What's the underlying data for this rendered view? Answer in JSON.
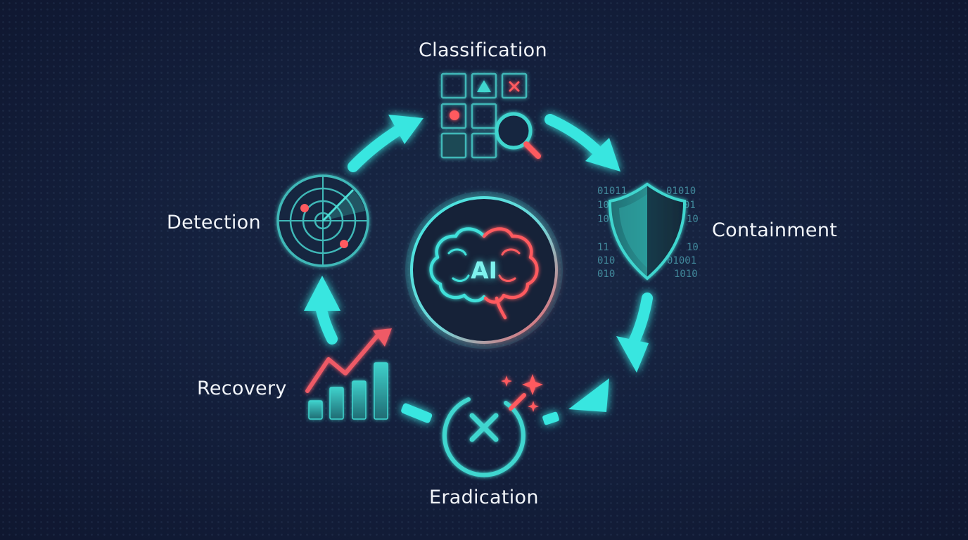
{
  "stages": {
    "classification": "Classification",
    "containment": "Containment",
    "eradication": "Eradication",
    "recovery": "Recovery",
    "detection": "Detection"
  },
  "center": {
    "label": "AI"
  },
  "binary_rows": [
    "01011",
    "10",
    "10",
    "11",
    "010",
    "010",
    "01010",
    "01",
    "10",
    "10",
    "01001",
    "1010"
  ],
  "colors": {
    "background": "#111a33",
    "accent": "#37e6e0",
    "alert": "#ff5a5f",
    "text": "#f2f5fa"
  }
}
